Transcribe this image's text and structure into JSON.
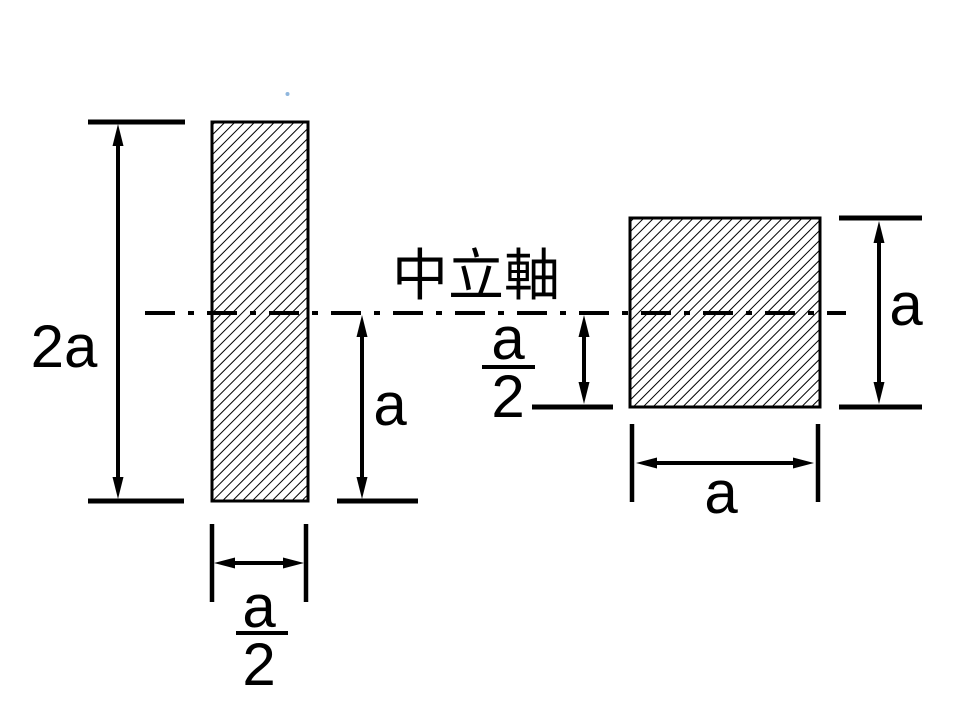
{
  "figure": {
    "background_color": "#ffffff",
    "ink_color": "#000000",
    "speck_color": "#8fb6dd",
    "neutral_axis_label": "中立軸",
    "left_section": {
      "total_height_label": "2a",
      "half_height_label": "a",
      "width_fraction": {
        "numerator": "a",
        "denominator": "2"
      }
    },
    "axis_offset_fraction": {
      "numerator": "a",
      "denominator": "2"
    },
    "right_section": {
      "height_label": "a",
      "width_label": "a"
    }
  }
}
